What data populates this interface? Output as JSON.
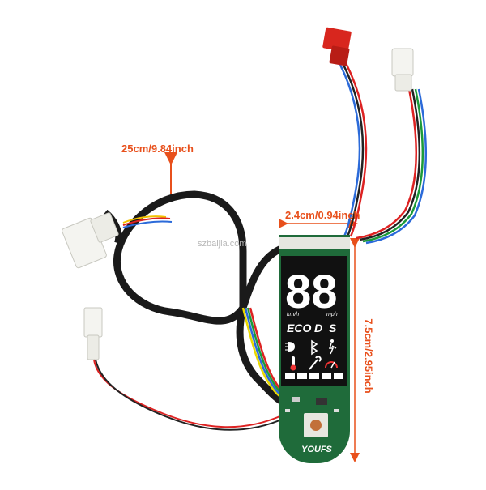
{
  "dimensions": {
    "cable_length": "25cm/9.84inch",
    "board_width": "2.4cm/0.94inch",
    "board_height": "7.5cm/2.95inch"
  },
  "watermark": "szbaijia.com",
  "display": {
    "digits": "88",
    "unit_kmh": "km/h",
    "unit_mph": "mph",
    "mode_eco": "ECO",
    "mode_d": "D",
    "mode_s": "S"
  },
  "board_brand": "YOUFS",
  "colors": {
    "annotation": "#e8501c",
    "pcb": "#1f6b3a",
    "display": "#111111",
    "cable": "#1a1a1a",
    "connector_red": "#d8261e",
    "connector_white": "#f4f4f0"
  },
  "icons": [
    "headlight-icon",
    "bluetooth-icon",
    "walk-icon",
    "temperature-icon",
    "wrench-icon",
    "speedometer-icon"
  ]
}
